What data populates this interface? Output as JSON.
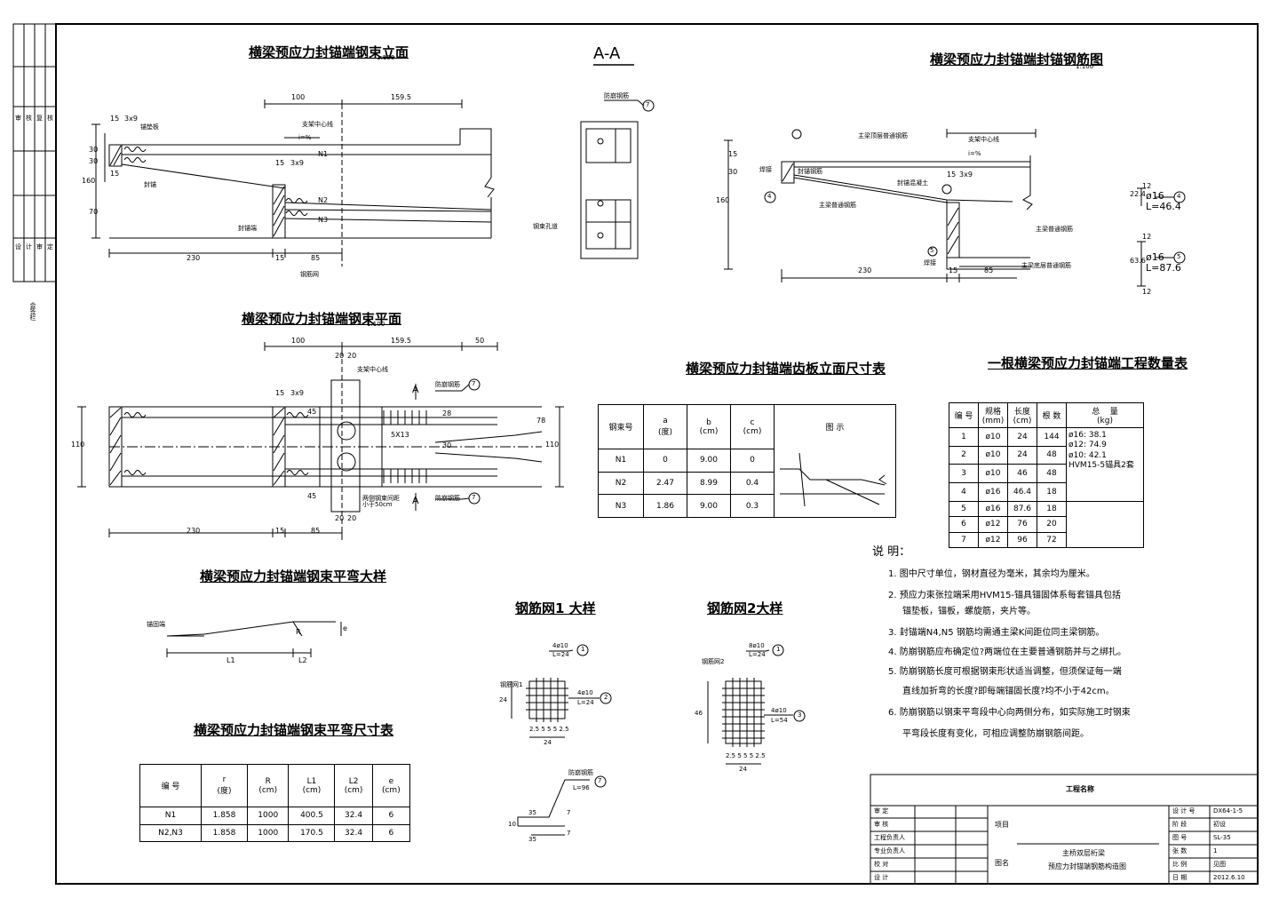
{
  "sheet": {
    "left_strip": {
      "cells": [
        "审",
        "核",
        "复",
        "核",
        "设",
        "计",
        "审",
        "定"
      ],
      "vertical_label": "会签栏"
    }
  },
  "elevation": {
    "title": "横梁预应力封锚端钢束立面",
    "scale": "1:100",
    "dims": {
      "d100": "100",
      "d159": "159.5",
      "d15a": "15",
      "d3x9": "3x9",
      "d15b": "15",
      "d3x9b": "3x9",
      "d230": "230",
      "d15c": "15",
      "d85": "85",
      "d160": "160",
      "d30a": "30",
      "d30b": "30",
      "d70": "70",
      "d15v": "15"
    },
    "labels": {
      "anchor_plate": "锚垫板",
      "seal": "封锚",
      "seal2": "封锚端",
      "center": "支架中心线",
      "steel_plate": "钢筋网",
      "n1": "N1",
      "n2": "N2",
      "n3": "N3",
      "slope": "i=%"
    }
  },
  "section_aa": {
    "title": "A-A",
    "labels": {
      "anti_crack": "防崩钢筋",
      "bar_label": "钢束孔道",
      "circ": "7"
    }
  },
  "rebar_elev": {
    "title": "横梁预应力封锚端封锚钢筋图",
    "scale": "1:100",
    "labels": {
      "main_bar": "主梁顶层普通钢筋",
      "center": "支架中心线",
      "slope": "i=%",
      "weld": "焊接",
      "anchor": "封锚钢筋",
      "mainbar2": "主梁普通钢筋",
      "conc": "封锚混凝土",
      "mainbar3": "主梁普通钢筋",
      "mainbar4": "主梁底层普通钢筋",
      "weld2": "焊接",
      "c4": "4",
      "c5": "5"
    },
    "dims": {
      "d15": "15",
      "d3x9": "3x9",
      "d230": "230",
      "d15b": "15",
      "d85": "85",
      "d160": "160",
      "d30": "30",
      "d15v": "15"
    },
    "bars": [
      {
        "dim": "22.4",
        "top": "12",
        "spec": "ø16",
        "length": "L=46.4",
        "num": "4"
      },
      {
        "dim": "63.6",
        "top": "12",
        "spec": "ø16",
        "length": "L=87.6",
        "num": "5",
        "bottom": "12"
      }
    ]
  },
  "plan": {
    "title": "横梁预应力封锚端钢束平面",
    "scale": "1:100",
    "dims": {
      "d100": "100",
      "d159": "159.5",
      "d50": "50",
      "d20a": "20",
      "d20b": "20",
      "d15": "15",
      "d3x9": "3x9",
      "d45a": "45",
      "d45b": "45",
      "d20c": "20",
      "d20d": "20",
      "d230": "230",
      "d15b": "15",
      "d85": "85",
      "d110": "110",
      "d110b": "110",
      "d78": "78",
      "d5x13": "5X13",
      "d30": "30",
      "d28": "28"
    },
    "labels": {
      "center": "支架中心线",
      "anti": "防崩钢筋",
      "anti2": "防崩钢筋",
      "a1": "A",
      "a2": "A",
      "c7a": "7",
      "c7b": "7",
      "note": "两侧钢束间距\n小于50cm"
    }
  },
  "dent_table": {
    "title": "横梁预应力封锚端齿板立面尺寸表",
    "headers": [
      "钢束号",
      "a\n(度)",
      "b\n(cm)",
      "c\n(cm)",
      "图    示"
    ],
    "rows": [
      [
        "N1",
        "0",
        "9.00",
        "0"
      ],
      [
        "N2",
        "2.47",
        "8.99",
        "0.4"
      ],
      [
        "N3",
        "1.86",
        "9.00",
        "0.3"
      ]
    ]
  },
  "qty_table": {
    "title": "一根横梁预应力封锚端工程数量表",
    "headers": [
      "编 号",
      "规格\n(mm)",
      "长度\n(cm)",
      "根 数",
      "总    量\n(kg)"
    ],
    "rows": [
      [
        "1",
        "ø10",
        "24",
        "144"
      ],
      [
        "2",
        "ø10",
        "24",
        "48"
      ],
      [
        "3",
        "ø10",
        "46",
        "48"
      ],
      [
        "4",
        "ø16",
        "46.4",
        "18"
      ],
      [
        "5",
        "ø16",
        "87.6",
        "18"
      ],
      [
        "6",
        "ø12",
        "76",
        "20"
      ],
      [
        "7",
        "ø12",
        "96",
        "72"
      ]
    ],
    "totals": [
      "ø16:  38.1",
      "ø12:  74.9",
      "ø10:  42.1",
      "HVM15-5锚具2套"
    ]
  },
  "notes": {
    "heading": "说 明：",
    "items": [
      "1. 图中尺寸单位，钢材直径为毫米，其余均为厘米。",
      "2. 预应力束张拉端采用HVM15-锚具锚固体系每套锚具包括",
      "锚垫板，锚板，螺旋筋，夹片等。",
      "3. 封锚端N4,N5      钢筋均需通主梁K间距位同主梁钢筋。",
      "4. 防崩钢筋应布确定位?两端位在主要普通钢筋并与之绑扎。",
      "5.  防崩钢筋长度可根据钢束形状适当调整，但须保证每一端",
      "直线加折弯的长度?即每端锚固长度?均不小于42cm。",
      "6.  防崩钢筋以钢束平弯段中心向两侧分布，如实际施工时钢束",
      "平弯段长度有变化，可相应调整防崩钢筋间距。"
    ]
  },
  "bend_detail": {
    "title": "横梁预应力封锚端钢束平弯大样",
    "labels": {
      "anchor": "锚固端",
      "r": "R",
      "e": "e",
      "l1": "L1",
      "l2": "L2"
    }
  },
  "bend_table": {
    "title": "横梁预应力封锚端钢束平弯尺寸表",
    "headers": [
      "编    号",
      "r\n(度)",
      "R\n(cm)",
      "L1\n(cm)",
      "L2\n(cm)",
      "e\n(cm)"
    ],
    "rows": [
      [
        "N1",
        "1.858",
        "1000",
        "400.5",
        "32.4",
        "6"
      ],
      [
        "N2,N3",
        "1.858",
        "1000",
        "170.5",
        "32.4",
        "6"
      ]
    ]
  },
  "mesh1": {
    "title": "钢筋网1 大样",
    "labels": {
      "name": "钢筋网1",
      "top_spec": "4ø10",
      "top_len": "L=24",
      "top_num": "1",
      "right_spec": "4ø10",
      "right_len": "L=24",
      "right_num": "2",
      "dim_v": "24",
      "dim_h": "24",
      "ticks": "2.5 5 5 5 2.5"
    }
  },
  "mesh2": {
    "title": "钢筋网2大样",
    "labels": {
      "name": "钢筋网2",
      "top_spec": "8ø10",
      "top_len": "L=24",
      "top_num": "1",
      "right_spec": "4ø10",
      "right_len": "L=54",
      "right_num": "3",
      "dim_v": "46",
      "dim_h": "24",
      "ticks": "2.5 5 5 5 2.5"
    }
  },
  "bar7": {
    "labels": {
      "name": "防崩钢筋",
      "len": "L=96",
      "num": "7",
      "d35": "35",
      "d7a": "7",
      "d7b": "7",
      "d35b": "35",
      "d10": "10"
    }
  },
  "title_block": {
    "company": "工程名称",
    "roles": [
      "审    定",
      "审    核",
      "工程负责人",
      "专业负责人",
      "校    对",
      "设    计"
    ],
    "project_label": "项目",
    "drawing_label": "图名",
    "drawing_name_1": "主桥双层桁梁",
    "drawing_name_2": "预应力封锚端钢筋构造图",
    "right_labels": [
      "设 计 号",
      "阶    段",
      "图    号",
      "张    数",
      "比    例",
      "日    期"
    ],
    "right_values": [
      "DX64-1-5",
      "初设",
      "SL-35",
      "1",
      "见图",
      "2012.6.10"
    ]
  }
}
